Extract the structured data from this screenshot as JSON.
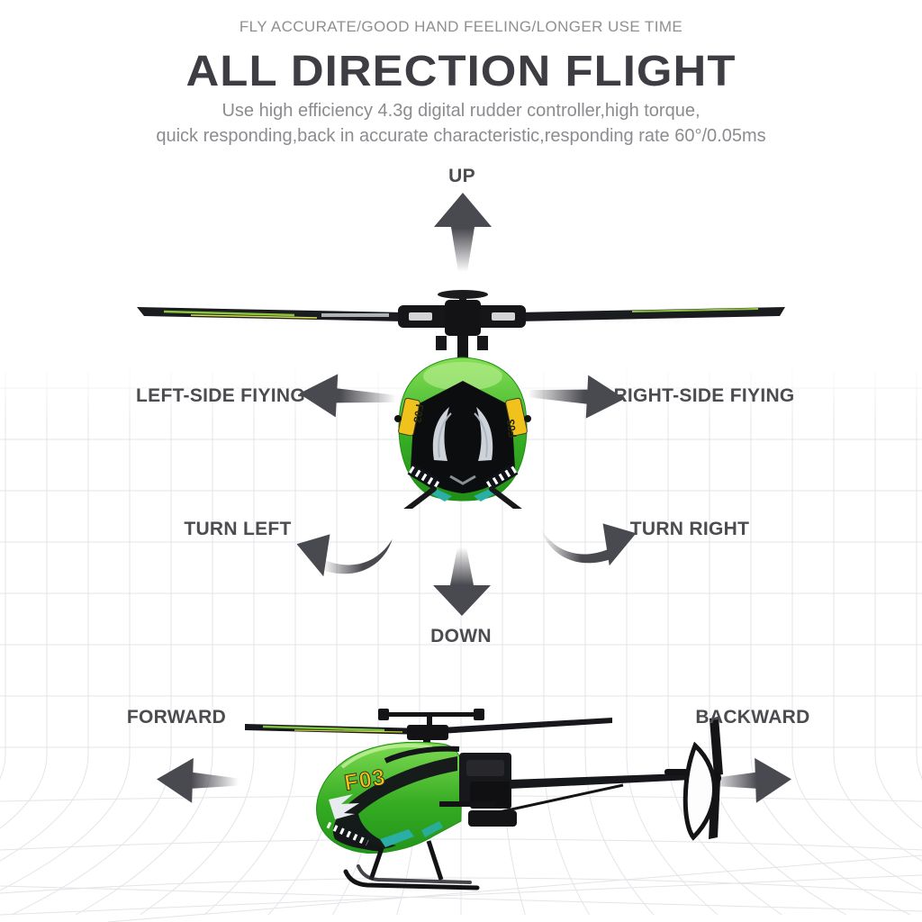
{
  "header": {
    "tagline": "FLY ACCURATE/GOOD HAND FEELING/LONGER USE TIME",
    "title": "ALL DIRECTION FLIGHT",
    "subtitle_line1": "Use high efficiency 4.3g digital rudder controller,high torque,",
    "subtitle_line2": "quick responding,back in accurate characteristic,responding rate 60°/0.05ms"
  },
  "labels": {
    "up": "UP",
    "left_side": "LEFT-SIDE FIYING",
    "right_side": "RIGHT-SIDE FIYING",
    "turn_left": "TURN LEFT",
    "turn_right": "TURN RIGHT",
    "down": "DOWN",
    "forward": "FORWARD",
    "backward": "BACKWARD"
  },
  "product": {
    "model_code": "F03"
  },
  "colors": {
    "title_text": "#3e3d44",
    "muted_text": "#8f8f93",
    "label_text": "#4b4b50",
    "arrow": "#494950",
    "heli_green": "#36ac23",
    "heli_green_light": "#86df57",
    "heli_black": "#131316",
    "heli_yellow": "#f2c21c",
    "heli_teal": "#2aaea5",
    "grid_line": "#e4e4e9"
  }
}
